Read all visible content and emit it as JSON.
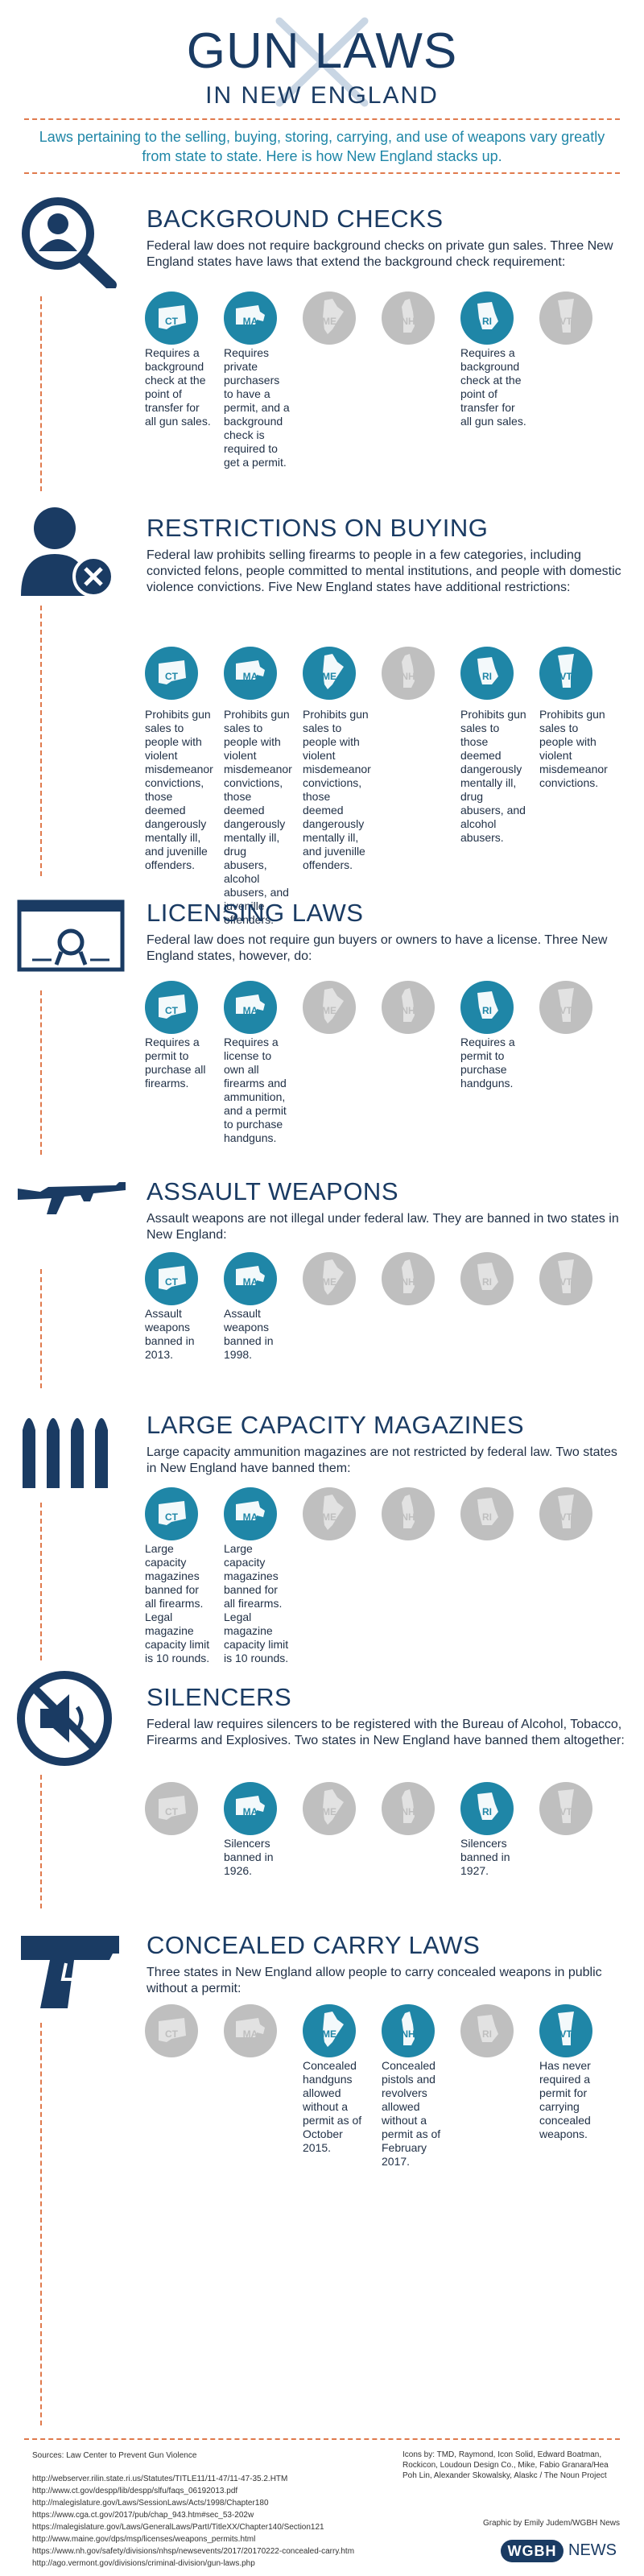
{
  "header": {
    "title": "GUN LAWS",
    "subtitle": "IN NEW ENGLAND",
    "intro": "Laws pertaining to the selling, buying, storing, carrying, and use of weapons vary greatly from state to state. Here is how New England stacks up."
  },
  "states": [
    "CT",
    "MA",
    "ME",
    "NH",
    "RI",
    "VT"
  ],
  "colors": {
    "active": "#1f86a7",
    "inactive": "#bfbfbf",
    "navy": "#1a3b63",
    "accent": "#e07a4d"
  },
  "sections": [
    {
      "icon": "magnifier-person-icon",
      "title": "BACKGROUND CHECKS",
      "desc": "Federal law does not require background checks on private gun sales. Three New England states have laws that extend the background check requirement:",
      "active": [
        true,
        true,
        false,
        false,
        true,
        false
      ],
      "notes": [
        "Requires a background check at the point of transfer for all gun sales.",
        "Requires private purchasers to have a permit, and a background check is required to get a permit.",
        "",
        "",
        "Requires a background check at the point of transfer for all gun sales.",
        ""
      ]
    },
    {
      "icon": "person-denied-icon",
      "title": "RESTRICTIONS ON BUYING",
      "desc": "Federal law prohibits selling firearms to people in a few categories, including convicted felons, people committed to mental institutions, and people with domestic violence convictions. Five New England states have additional restrictions:",
      "active": [
        true,
        true,
        true,
        false,
        true,
        true
      ],
      "notes": [
        "Prohibits gun sales to people with violent misdemeanor convictions, those deemed dangerously mentally ill, and juvenille offenders.",
        "Prohibits gun sales to people with violent misdemeanor convictions, those deemed dangerously mentally ill, drug abusers, alcohol abusers, and juvenille offenders.",
        "Prohibits gun sales to people with violent misdemeanor convictions, those deemed dangerously mentally ill, and juvenille offenders.",
        "",
        "Prohibits gun sales to those deemed dangerously mentally ill, drug abusers, and alcohol abusers.",
        "Prohibits gun sales to people with violent misdemeanor convictions."
      ]
    },
    {
      "icon": "certificate-icon",
      "title": "LICENSING LAWS",
      "desc": "Federal law does not require gun buyers or owners to have a license. Three New England states, however, do:",
      "active": [
        true,
        true,
        false,
        false,
        true,
        false
      ],
      "notes": [
        "Requires a permit to purchase all firearms.",
        "Requires a license to own all firearms and ammunition, and a permit to purchase handguns.",
        "",
        "",
        "Requires a permit to purchase handguns.",
        ""
      ]
    },
    {
      "icon": "rifle-icon",
      "title": "ASSAULT WEAPONS",
      "desc": "Assault weapons are not illegal under federal law. They are banned in two states in New England:",
      "active": [
        true,
        true,
        false,
        false,
        false,
        false
      ],
      "notes": [
        "Assault weapons banned in 2013.",
        "Assault weapons banned in 1998.",
        "",
        "",
        "",
        ""
      ]
    },
    {
      "icon": "bullets-icon",
      "title": "LARGE CAPACITY MAGAZINES",
      "desc": "Large capacity ammunition magazines are not restricted by federal law. Two states in New England have banned them:",
      "active": [
        true,
        true,
        false,
        false,
        false,
        false
      ],
      "notes": [
        "Large capacity magazines banned for all firearms. Legal magazine capacity limit is 10 rounds.",
        "Large capacity magazines banned for all firearms. Legal magazine capacity limit is 10 rounds.",
        "",
        "",
        "",
        ""
      ]
    },
    {
      "icon": "mute-icon",
      "title": "SILENCERS",
      "desc": "Federal law requires silencers to be registered with the Bureau of Alcohol, Tobacco, Firearms and Explosives. Two states in New England have banned them altogether:",
      "active": [
        false,
        true,
        false,
        false,
        true,
        false
      ],
      "notes": [
        "",
        "Silencers banned in 1926.",
        "",
        "",
        "Silencers banned in 1927.",
        ""
      ]
    },
    {
      "icon": "pistol-icon",
      "title": "CONCEALED CARRY LAWS",
      "desc": "Three states in New England allow people to carry concealed weapons in public without a permit:",
      "active": [
        false,
        false,
        true,
        true,
        false,
        true
      ],
      "notes": [
        "",
        "",
        "Concealed handguns allowed without a permit as of October 2015.",
        "Concealed pistols and revolvers allowed without a permit as of February 2017.",
        "",
        "Has never required a permit for carrying concealed weapons."
      ]
    }
  ],
  "footer": {
    "sources_title": "Sources: Law Center to Prevent Gun Violence",
    "links": [
      "http://webserver.rilin.state.ri.us/Statutes/TITLE11/11-47/11-47-35.2.HTM",
      "http://www.ct.gov/despp/lib/despp/slfu/faqs_06192013.pdf",
      "http://malegislature.gov/Laws/SessionLaws/Acts/1998/Chapter180",
      "https://www.cga.ct.gov/2017/pub/chap_943.htm#sec_53-202w",
      "https://malegislature.gov/Laws/GeneralLaws/PartI/TitleXX/Chapter140/Section121",
      "http://www.maine.gov/dps/msp/licenses/weapons_permits.html",
      "https://www.nh.gov/safety/divisions/nhsp/newsevents/2017/20170222-concealed-carry.htm",
      "http://ago.vermont.gov/divisions/criminal-division/gun-laws.php"
    ],
    "icons_credit": "Icons by: TMD, Raymond, Icon Solid, Edward Boatman, Rockicon, Loudoun Design Co., Mike, Fabio Granara/Hea Poh Lin, Alexander Skowalsky, Alaskc / The Noun Project",
    "graphic_credit": "Graphic by Emily Judem/WGBH News",
    "logo": "WGBH",
    "logo_news": "NEWS"
  }
}
